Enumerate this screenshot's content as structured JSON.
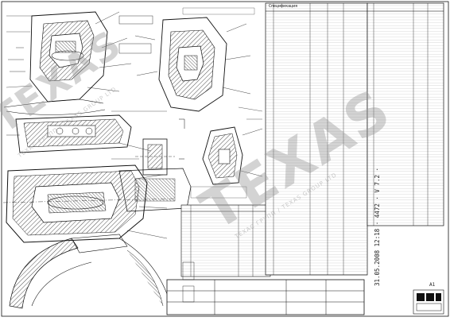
{
  "watermark": {
    "brand": "TEXAS",
    "tagline": "ТЕХАС ГРУПП / TEXAS GROUP LTD"
  },
  "side_stamp": "31.05.2008 12:18 · 4472 · V 7.2 ·",
  "sheet": {
    "format_label": "A1"
  },
  "parts_list_label": "Спецификация",
  "colors": {
    "line": "#1a1a1a",
    "hatch": "#333333",
    "watermark": "#969696"
  }
}
